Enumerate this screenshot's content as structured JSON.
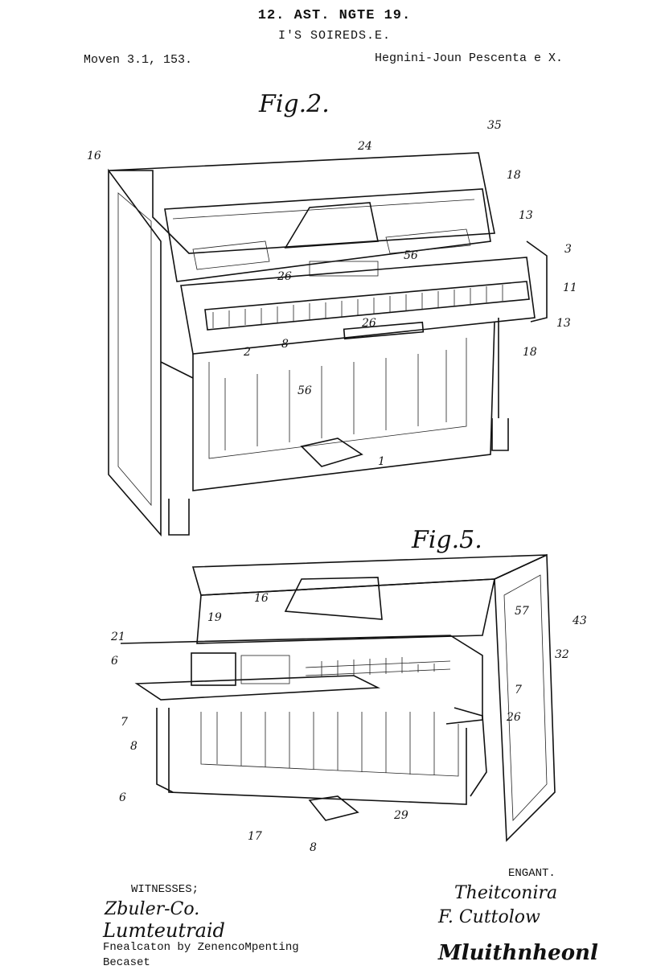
{
  "header": {
    "line1": "12. AST. NGTE 19.",
    "line2": "I'S SOIREDS.E.",
    "left": "Moven 3.1, 153.",
    "right": "Hegnini-Joun Pescenta e X."
  },
  "figures": [
    {
      "title": "Fig.2.",
      "labels": [
        "16",
        "35",
        "24",
        "18",
        "13",
        "3",
        "11",
        "13",
        "18",
        "26",
        "56",
        "2",
        "8",
        "26",
        "56",
        "1"
      ]
    },
    {
      "title": "Fig.5.",
      "labels": [
        "16",
        "19",
        "21",
        "6",
        "7",
        "8",
        "6",
        "17",
        "8",
        "29",
        "57",
        "43",
        "32",
        "7",
        "26"
      ]
    }
  ],
  "footer": {
    "left_heading": "WITNESSES;",
    "left_sig1": "Zbuler-Co.",
    "left_sig2": "Lumteutraid",
    "left_line1": "Fnealcaton by ZenencoMpenting",
    "left_line2": "Becaset",
    "right_heading": "ENGANT.",
    "right_sig1": "Theitconira",
    "right_sig2": "F. Cuttolow",
    "right_sig3": "Mluithnheonl"
  }
}
